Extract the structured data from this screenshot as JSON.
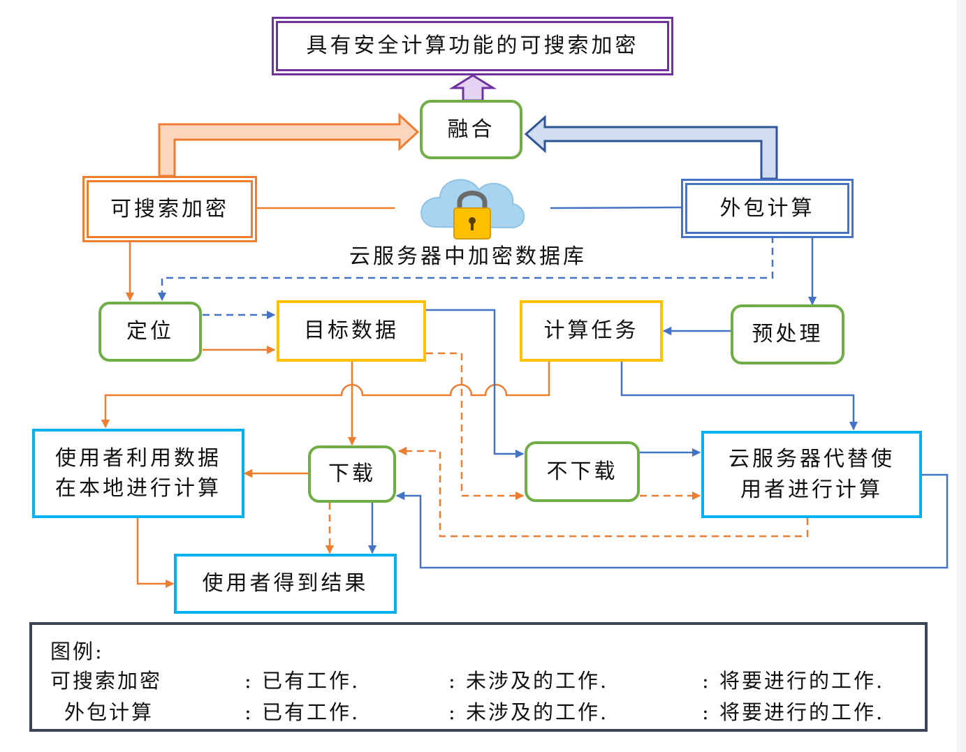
{
  "top_goal": "具有安全计算功能的可搜索加密",
  "fusion": "融合",
  "searchable_encryption": "可搜索加密",
  "outsourced_computation": "外包计算",
  "cloud_db_label": "云服务器中加密数据库",
  "locate": "定位",
  "target_data": "目标数据",
  "compute_task": "计算任务",
  "preprocess": "预处理",
  "user_local_compute": [
    "使用者利用数据",
    "在本地进行计算"
  ],
  "download": "下载",
  "no_download": "不下载",
  "cloud_compute": [
    "云服务器代替使",
    "用者进行计算"
  ],
  "user_result": "使用者得到结果",
  "legend": {
    "title": "图例:",
    "row1_name": "可搜索加密",
    "row2_name": "外包计算",
    "solid_desc": ": 已有工作.",
    "dashed_desc": ": 未涉及的工作.",
    "hollow_desc": ": 将要进行的工作."
  },
  "colors": {
    "orange": "#ed7d31",
    "blue": "#4472c4",
    "green": "#70ad47",
    "yellow": "#ffc000",
    "cyan": "#00b0f0",
    "purple": "#7030a0"
  }
}
